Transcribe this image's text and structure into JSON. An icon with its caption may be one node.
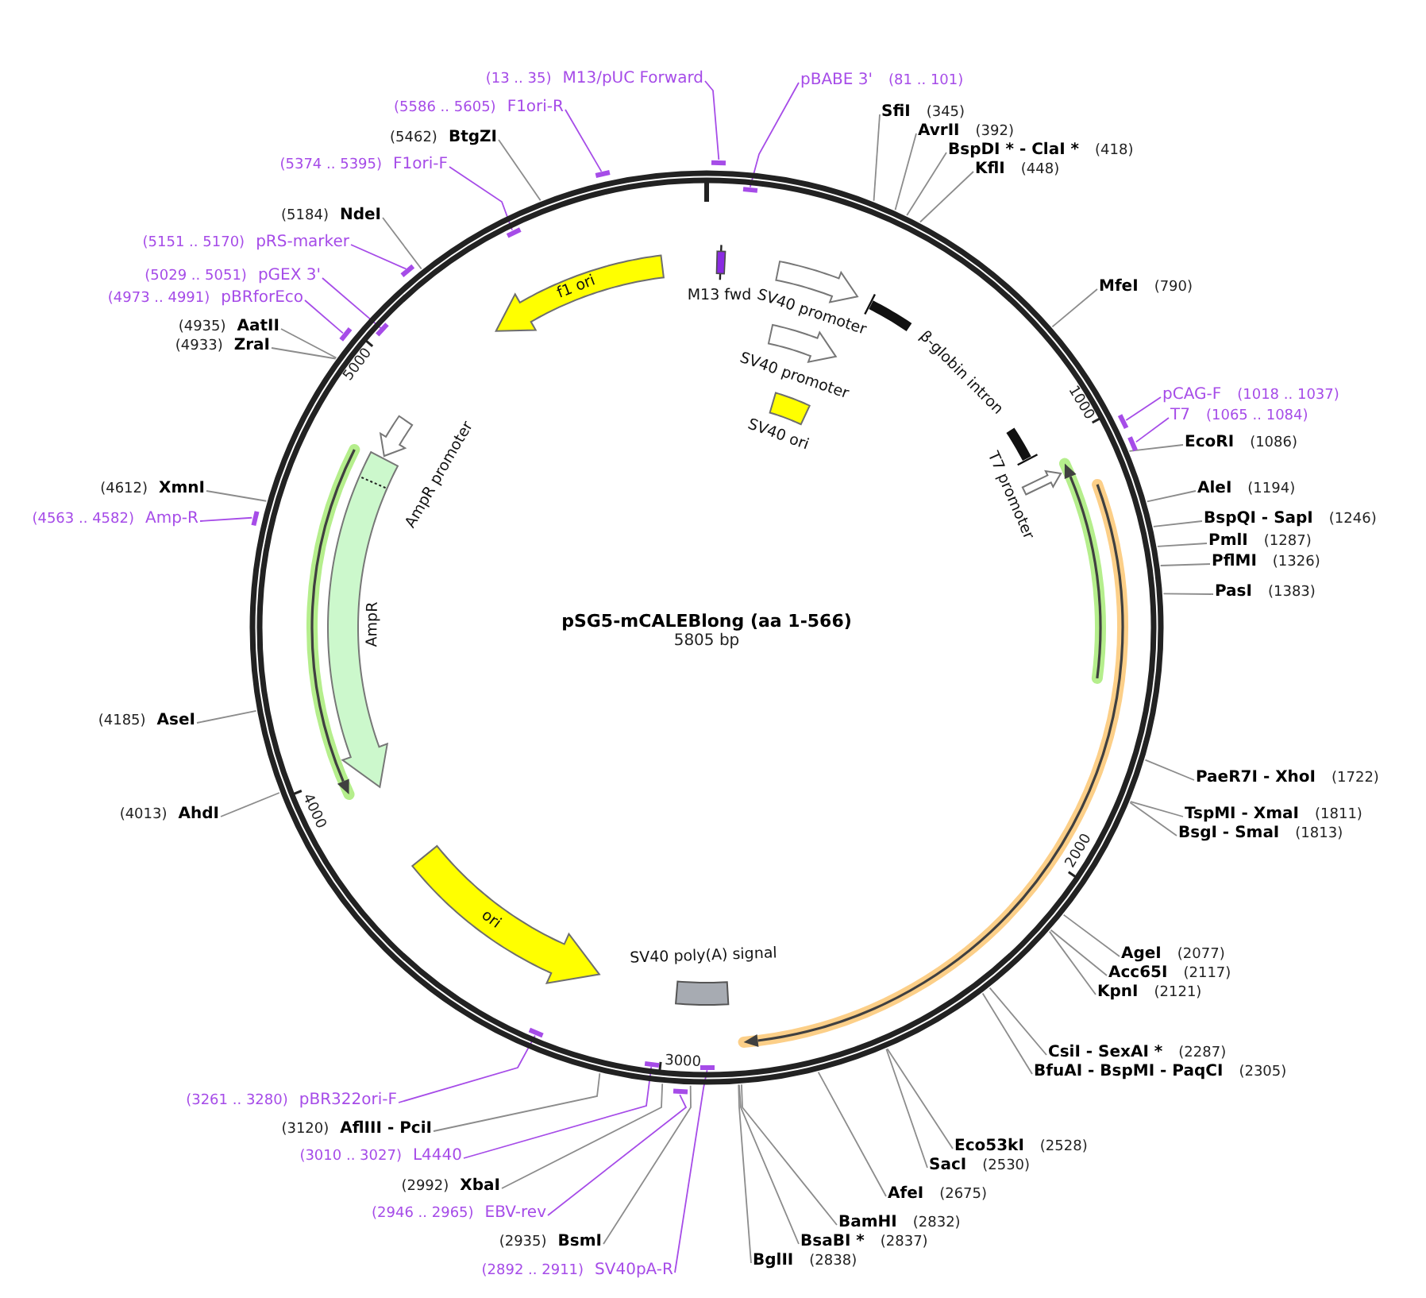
{
  "diagram": {
    "title": "pSG5-mCALEBlong (aa 1-566)",
    "nodes": [
      {
        "text": [
          "(13 .. 35)",
          "M13/pUC Forward"
        ]
      },
      {
        "text": [
          "pBABE 3'",
          "(81 .. 101)"
        ]
      },
      {
        "text": [
          "SfiI",
          "(345)"
        ]
      },
      {
        "text": [
          "AvrII",
          "(392)"
        ]
      },
      {
        "text": [
          "BspDI * - ClaI *",
          "(418)"
        ]
      },
      {
        "text": [
          "KflI",
          "(448)"
        ]
      },
      {
        "text": [
          "MfeI",
          "(790)"
        ]
      },
      {
        "text": [
          "pCAG-F",
          "(1018 .. 1037)"
        ]
      },
      {
        "text": [
          "T7",
          "(1065 .. 1084)"
        ]
      },
      {
        "text": [
          "EcoRI",
          "(1086)"
        ]
      },
      {
        "text": [
          "AleI",
          "(1194)"
        ]
      },
      {
        "text": [
          "BspQI - SapI",
          "(1246)"
        ]
      },
      {
        "text": [
          "PmlI",
          "(1287)"
        ]
      },
      {
        "text": [
          "PflMI",
          "(1326)"
        ]
      },
      {
        "text": [
          "PasI",
          "(1383)"
        ]
      },
      {
        "text": [
          "PaeR7I - XhoI",
          "(1722)"
        ]
      },
      {
        "text": [
          "TspMI - XmaI",
          "(1811)"
        ]
      },
      {
        "text": [
          "BsgI - SmaI",
          "(1813)"
        ]
      },
      {
        "text": [
          "AgeI",
          "(2077)"
        ]
      },
      {
        "text": [
          "Acc65I",
          "(2117)"
        ]
      },
      {
        "text": [
          "KpnI",
          "(2121)"
        ]
      },
      {
        "text": [
          "CsiI - SexAI *",
          "(2287)"
        ]
      },
      {
        "text": [
          "BfuAI - BspMI - PaqCI",
          "(2305)"
        ]
      },
      {
        "text": [
          "Eco53kI",
          "(2528)"
        ]
      },
      {
        "text": [
          "SacI",
          "(2530)"
        ]
      },
      {
        "text": [
          "AfeI",
          "(2675)"
        ]
      },
      {
        "text": [
          "BamHI",
          "(2832)"
        ]
      },
      {
        "text": [
          "BsaBI *",
          "(2837)"
        ]
      },
      {
        "text": [
          "BglII",
          "(2838)"
        ]
      },
      {
        "text": [
          "(2892 .. 2911)",
          "SV40pA-R"
        ]
      },
      {
        "text": [
          "(2935)",
          "BsmI"
        ]
      },
      {
        "text": [
          "(2946 .. 2965)",
          "EBV-rev"
        ]
      },
      {
        "text": [
          "(2992)",
          "XbaI"
        ]
      },
      {
        "text": [
          "(3010 .. 3027)",
          "L4440"
        ]
      },
      {
        "text": [
          "(3120)",
          "AflIII - PciI"
        ]
      },
      {
        "text": [
          "(3261 .. 3280)",
          "pBR322ori-F"
        ]
      },
      {
        "text": [
          "(4013)",
          "AhdI"
        ]
      },
      {
        "text": [
          "(4185)",
          "AseI"
        ]
      },
      {
        "text": [
          "(4563 .. 4582)",
          "Amp-R"
        ]
      },
      {
        "text": [
          "(4612)",
          "XmnI"
        ]
      },
      {
        "text": [
          "(4933)",
          "ZraI"
        ]
      },
      {
        "text": [
          "(4935)",
          "AatII"
        ]
      },
      {
        "text": [
          "(4973 .. 4991)",
          "pBRforEco"
        ]
      },
      {
        "text": [
          "(5029 .. 5051)",
          "pGEX 3'"
        ]
      },
      {
        "text": [
          "(5151 .. 5170)",
          "pRS-marker"
        ]
      },
      {
        "text": [
          "(5184)",
          "NdeI"
        ]
      },
      {
        "text": [
          "(5374 .. 5395)",
          "F1ori-F"
        ]
      },
      {
        "text": [
          "(5462)",
          "BtgZI"
        ]
      },
      {
        "text": [
          "(5586 .. 5605)",
          "F1ori-R"
        ]
      },
      {
        "text": [],
        "shape": "circle"
      },
      {
        "text": [
          "f1 ori"
        ],
        "in": 49
      },
      {
        "text": [
          "M13 fwd"
        ],
        "in": 49
      },
      {
        "text": [
          "SV40 promoter"
        ],
        "in": 49
      },
      {
        "text": [
          "β-globin intron"
        ],
        "in": 49
      },
      {
        "text": [
          "SV40 promoter"
        ],
        "in": 49
      },
      {
        "text": [
          "SV40 ori"
        ],
        "in": 49
      },
      {
        "text": [
          "T7 promoter"
        ],
        "in": 49
      },
      {
        "text": [
          "SV40 poly(A) signal"
        ],
        "in": 49
      },
      {
        "text": [
          "ori"
        ],
        "in": 49
      },
      {
        "text": [
          "AmpR"
        ],
        "in": 49
      },
      {
        "text": [
          "AmpR promoter"
        ],
        "in": 49
      },
      {
        "text": [],
        "shape": "bar"
      },
      {
        "text": [],
        "shape": "bar",
        "in": 49
      },
      {
        "text": [],
        "shape": "bar"
      },
      {
        "text": [],
        "shape": "bar"
      },
      {
        "text": [],
        "shape": "bar",
        "in": 49
      },
      {
        "text": [],
        "shape": "bar"
      },
      {
        "text": [],
        "shape": "bar",
        "in": 49
      },
      {
        "text": [],
        "shape": "bar",
        "in": 49
      },
      {
        "text": [],
        "shape": "bar"
      },
      {
        "text": [],
        "shape": "bar"
      },
      {
        "text": [],
        "shape": "bar",
        "in": 49
      },
      {
        "text": [],
        "shape": "bar"
      },
      {
        "text": [],
        "shape": "bar",
        "in": 49
      },
      {
        "text": [],
        "shape": "bar"
      }
    ],
    "edges": [
      {
        "from": 0,
        "to": 61,
        "arrow": "none",
        "color": "#a64ce8"
      },
      {
        "from": 1,
        "to": 62,
        "arrow": "none",
        "color": "#a64ce8"
      },
      {
        "from": 2,
        "to": 49,
        "arrow": "none"
      },
      {
        "from": 3,
        "to": 49,
        "arrow": "none"
      },
      {
        "from": 4,
        "to": 49,
        "arrow": "none"
      },
      {
        "from": 5,
        "to": 49,
        "arrow": "none"
      },
      {
        "from": 6,
        "to": 49,
        "arrow": "none"
      },
      {
        "from": 7,
        "to": 63,
        "arrow": "none",
        "color": "#a64ce8"
      },
      {
        "from": 8,
        "to": 64,
        "arrow": "none",
        "color": "#a64ce8"
      },
      {
        "from": 9,
        "to": 49,
        "arrow": "none"
      },
      {
        "from": 10,
        "to": 49,
        "arrow": "none"
      },
      {
        "from": 11,
        "to": 49,
        "arrow": "none"
      },
      {
        "from": 12,
        "to": 49,
        "arrow": "none"
      },
      {
        "from": 13,
        "to": 49,
        "arrow": "none"
      },
      {
        "from": 14,
        "to": 49,
        "arrow": "none"
      },
      {
        "from": 15,
        "to": 49,
        "arrow": "none"
      },
      {
        "from": 16,
        "to": 49,
        "arrow": "none"
      },
      {
        "from": 17,
        "to": 49,
        "arrow": "none"
      },
      {
        "from": 18,
        "to": 49,
        "arrow": "none"
      },
      {
        "from": 19,
        "to": 49,
        "arrow": "none"
      },
      {
        "from": 20,
        "to": 49,
        "arrow": "none"
      },
      {
        "from": 21,
        "to": 49,
        "arrow": "none"
      },
      {
        "from": 22,
        "to": 49,
        "arrow": "none"
      },
      {
        "from": 23,
        "to": 49,
        "arrow": "none"
      },
      {
        "from": 24,
        "to": 49,
        "arrow": "none"
      },
      {
        "from": 25,
        "to": 49,
        "arrow": "none"
      },
      {
        "from": 26,
        "to": 49,
        "arrow": "none"
      },
      {
        "from": 27,
        "to": 49,
        "arrow": "none"
      },
      {
        "from": 28,
        "to": 49,
        "arrow": "none"
      },
      {
        "from": 29,
        "to": 65,
        "arrow": "none",
        "color": "#a64ce8"
      },
      {
        "from": 30,
        "to": 49,
        "arrow": "none"
      },
      {
        "from": 31,
        "to": 66,
        "arrow": "none",
        "color": "#a64ce8"
      },
      {
        "from": 32,
        "to": 49,
        "arrow": "none"
      },
      {
        "from": 33,
        "to": 67,
        "arrow": "none",
        "color": "#a64ce8"
      },
      {
        "from": 34,
        "to": 49,
        "arrow": "none"
      },
      {
        "from": 35,
        "to": 68,
        "arrow": "none",
        "color": "#a64ce8"
      },
      {
        "from": 36,
        "to": 49,
        "arrow": "none"
      },
      {
        "from": 37,
        "to": 49,
        "arrow": "none"
      },
      {
        "from": 38,
        "to": 69,
        "arrow": "none",
        "color": "#a64ce8"
      },
      {
        "from": 39,
        "to": 49,
        "arrow": "none"
      },
      {
        "from": 40,
        "to": 49,
        "arrow": "none"
      },
      {
        "from": 41,
        "to": 49,
        "arrow": "none"
      },
      {
        "from": 42,
        "to": 70,
        "arrow": "none",
        "color": "#a64ce8"
      },
      {
        "from": 43,
        "to": 71,
        "arrow": "none",
        "color": "#a64ce8"
      },
      {
        "from": 44,
        "to": 72,
        "arrow": "none",
        "color": "#a64ce8"
      },
      {
        "from": 45,
        "to": 49,
        "arrow": "none"
      },
      {
        "from": 46,
        "to": 73,
        "arrow": "none",
        "color": "#a64ce8"
      },
      {
        "from": 47,
        "to": 49,
        "arrow": "none"
      },
      {
        "from": 48,
        "to": 74,
        "arrow": "none",
        "color": "#a64ce8"
      }
    ],
    "labels": [
      "5000",
      "1000",
      "5805 bp",
      "4000",
      "2000",
      "3000"
    ]
  }
}
